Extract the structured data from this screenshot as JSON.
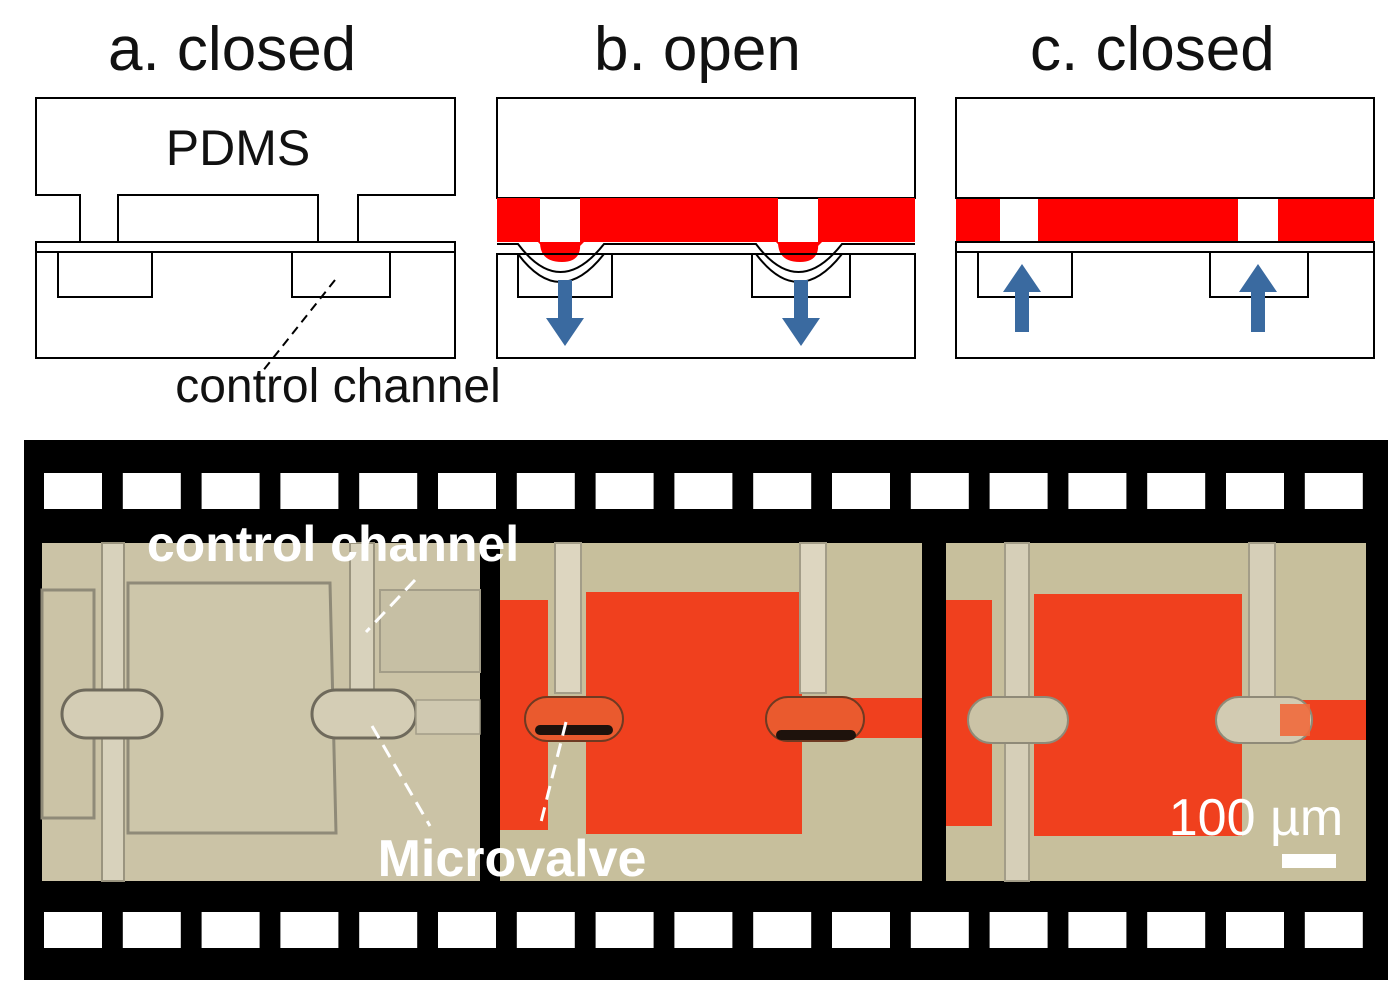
{
  "panels": [
    {
      "title": "a. closed",
      "state": "closed",
      "fluid": false,
      "arrow": "none"
    },
    {
      "title": "b. open",
      "state": "open",
      "fluid": true,
      "arrow": "down"
    },
    {
      "title": "c. closed",
      "state": "closed",
      "fluid": true,
      "arrow": "up"
    }
  ],
  "labels": {
    "pdms": "PDMS",
    "control_channel": "control channel",
    "photo_control_channel": "control channel",
    "microvalve": "Microvalve",
    "scale_bar": "100 µm"
  },
  "colors": {
    "fluid_red": "#ff0000",
    "photo_red": "#f0401e",
    "arrow_blue": "#3a6aa0",
    "photo_background": "#c9c1a5",
    "film": "#000000"
  }
}
